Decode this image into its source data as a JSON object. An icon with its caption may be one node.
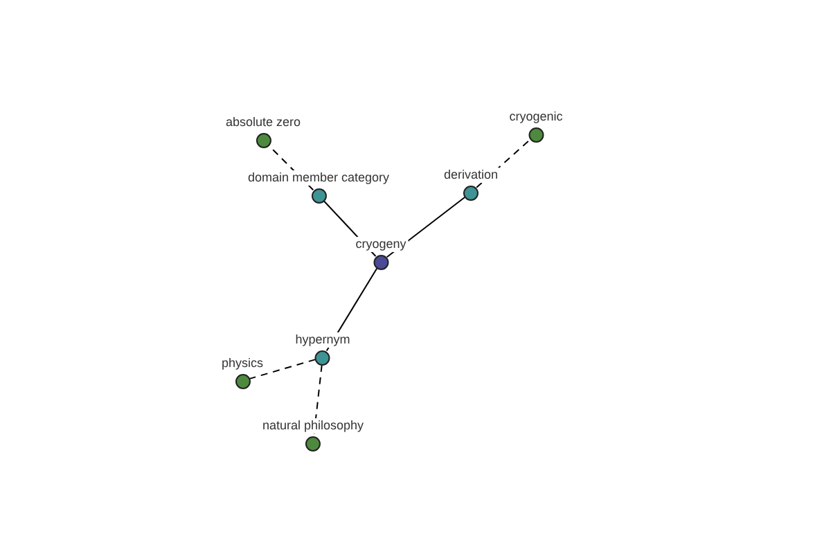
{
  "diagram": {
    "nodes": [
      {
        "text": [
          "absolute zero"
        ]
      },
      {
        "text": [
          "cryogenic"
        ]
      },
      {
        "text": [
          "domain member category"
        ]
      },
      {
        "text": [
          "derivation"
        ]
      },
      {
        "text": [
          "cryogeny"
        ]
      },
      {
        "text": [
          "hypernym"
        ]
      },
      {
        "text": [
          "physics"
        ]
      },
      {
        "text": [
          "natural philosophy"
        ]
      }
    ],
    "edges": [
      {
        "from": 4,
        "to": 2,
        "arrow": "none"
      },
      {
        "from": 4,
        "to": 3,
        "arrow": "none"
      },
      {
        "from": 4,
        "to": 5,
        "arrow": "none"
      },
      {
        "from": 2,
        "to": 0,
        "arrow": "none",
        "style": "dashed"
      },
      {
        "from": 3,
        "to": 1,
        "arrow": "none",
        "style": "dashed"
      },
      {
        "from": 5,
        "to": 6,
        "arrow": "none",
        "style": "dashed"
      },
      {
        "from": 5,
        "to": 7,
        "arrow": "none",
        "style": "dashed"
      }
    ]
  }
}
